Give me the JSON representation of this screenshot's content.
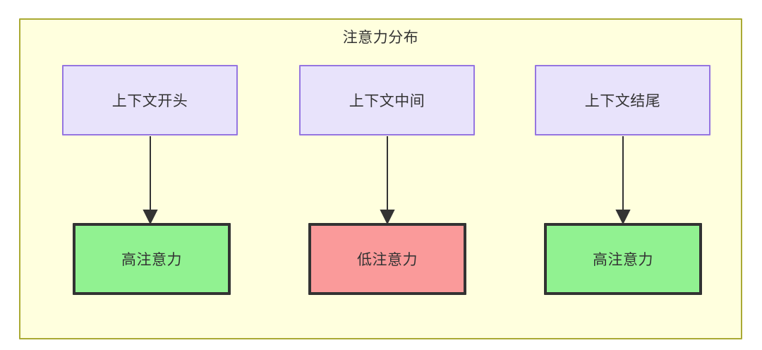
{
  "diagram": {
    "title": "注意力分布",
    "type": "flowchart",
    "container": {
      "fill": "#ffffde",
      "border_color": "#aaaa33"
    },
    "palette": {
      "source_fill": "#e8e3fb",
      "source_border": "#9575e0",
      "high_attention_fill": "#91f291",
      "low_attention_fill": "#fa9a9a",
      "node_border_dark": "#333333",
      "edge_color": "#333333",
      "text_color": "#333333"
    },
    "columns": [
      {
        "source": {
          "label": "上下文开头"
        },
        "result": {
          "label": "高注意力",
          "level": "high"
        }
      },
      {
        "source": {
          "label": "上下文中间"
        },
        "result": {
          "label": "低注意力",
          "level": "low"
        }
      },
      {
        "source": {
          "label": "上下文结尾"
        },
        "result": {
          "label": "高注意力",
          "level": "high"
        }
      }
    ],
    "edges": [
      {
        "from": "上下文开头",
        "to": "高注意力"
      },
      {
        "from": "上下文中间",
        "to": "低注意力"
      },
      {
        "from": "上下文结尾",
        "to": "高注意力"
      }
    ]
  }
}
